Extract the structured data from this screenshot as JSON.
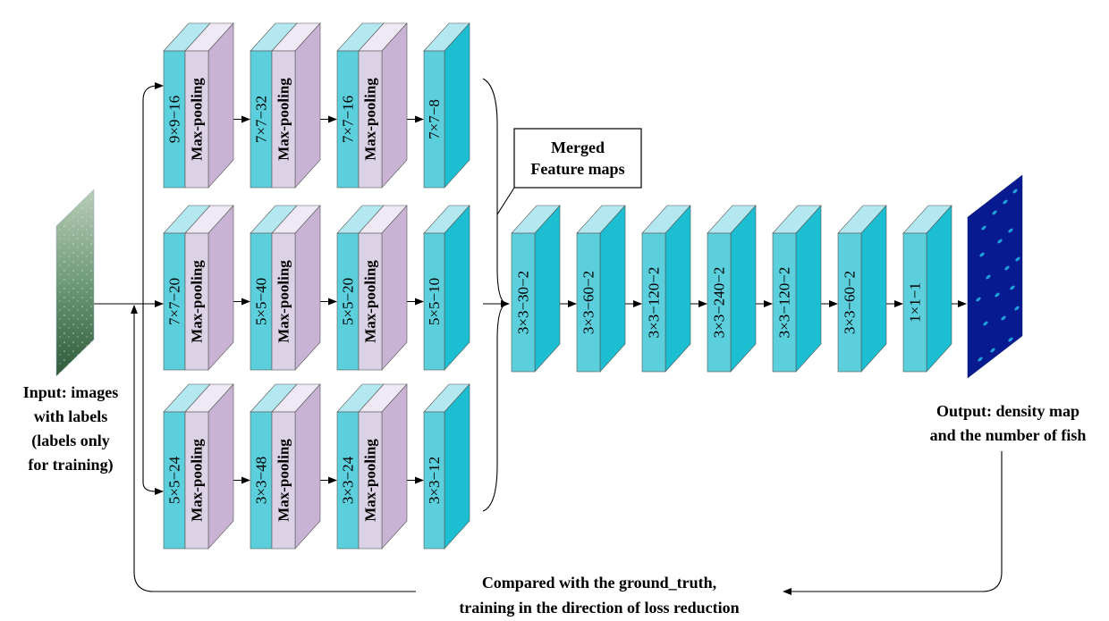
{
  "colors": {
    "cyan_front": "#5ccfdc",
    "cyan_face": "#1bbfd1",
    "cyan_top": "#b4e8f0",
    "purple_front": "#dcd2e6",
    "purple_face": "#c8b3d4",
    "purple_top": "#efe8f5",
    "density_bg": "#071a8f",
    "density_blob": "#24b8e8"
  },
  "input_image": {
    "label": "Input: images\nwith labels\n(labels only\nfor training)"
  },
  "branches": [
    {
      "conv_blocks": [
        {
          "conv_label": "9×9−16",
          "pool_label": "Max-pooling"
        },
        {
          "conv_label": "7×7−32",
          "pool_label": "Max-pooling"
        },
        {
          "conv_label": "7×7−16",
          "pool_label": "Max-pooling"
        }
      ],
      "final_label": "7×7−8"
    },
    {
      "conv_blocks": [
        {
          "conv_label": "7×7−20",
          "pool_label": "Max-pooling"
        },
        {
          "conv_label": "5×5−40",
          "pool_label": "Max-pooling"
        },
        {
          "conv_label": "5×5−20",
          "pool_label": "Max-pooling"
        }
      ],
      "final_label": "5×5−10"
    },
    {
      "conv_blocks": [
        {
          "conv_label": "5×5−24",
          "pool_label": "Max-pooling"
        },
        {
          "conv_label": "3×3−48",
          "pool_label": "Max-pooling"
        },
        {
          "conv_label": "3×3−24",
          "pool_label": "Max-pooling"
        }
      ],
      "final_label": "3×3−12"
    }
  ],
  "merged_callout": {
    "label": "Merged\nFeature maps"
  },
  "fusion_layers": [
    "3×3−30−2",
    "3×3−60−2",
    "3×3−120−2",
    "3×3−240−2",
    "3×3−120−2",
    "3×3−60−2",
    "1×1−1"
  ],
  "output": {
    "label": "Output: density map\nand the number of fish"
  },
  "feedback": {
    "label": "Compared with the ground_truth,\ntraining in the direction of loss reduction"
  }
}
